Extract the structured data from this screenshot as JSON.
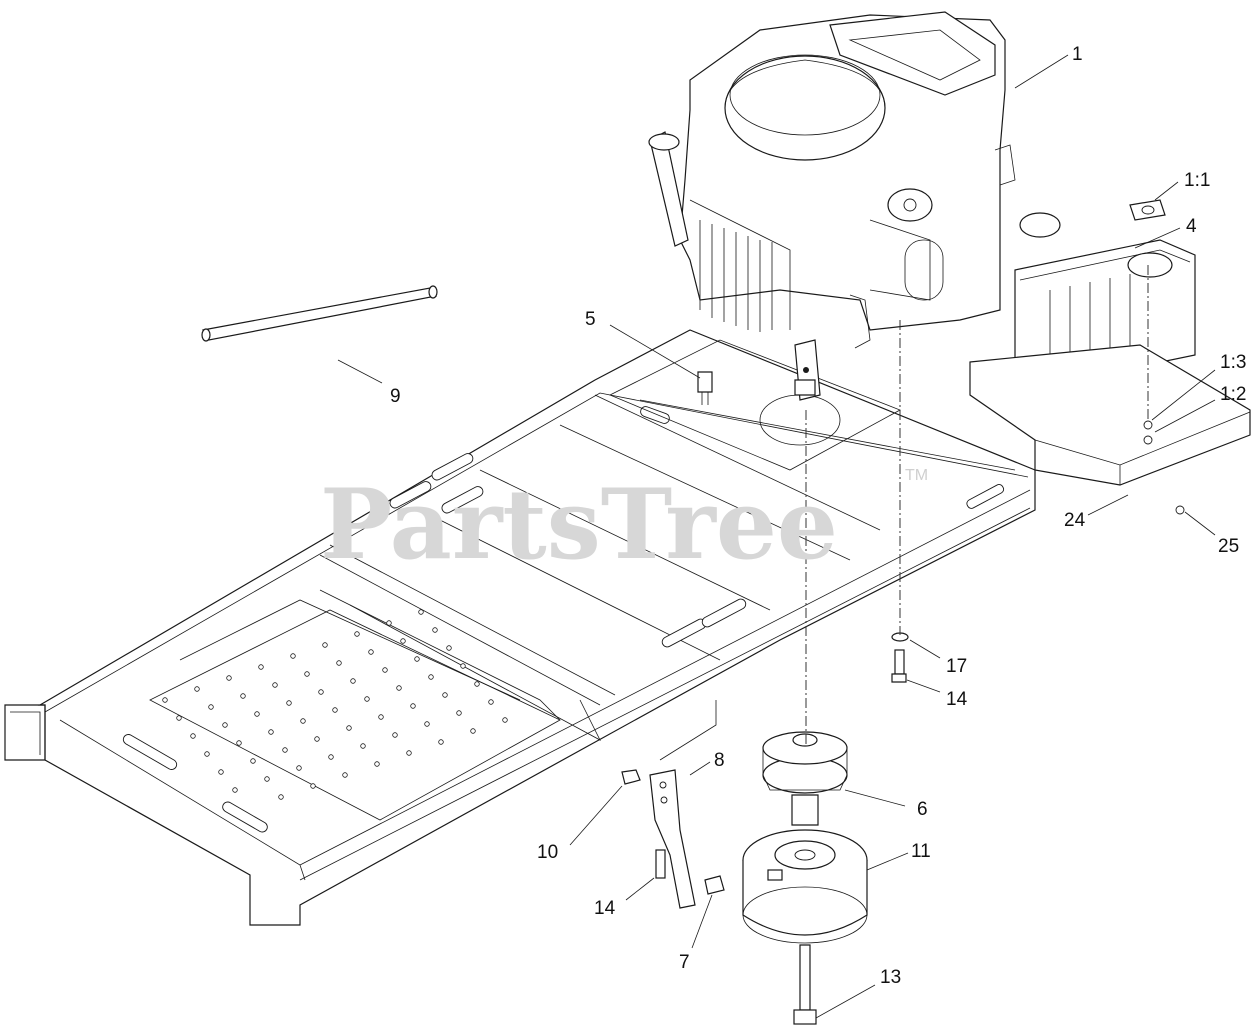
{
  "watermark": {
    "text": "PartsTree",
    "trademark": "TM"
  },
  "callouts": [
    {
      "id": "1",
      "label": "1"
    },
    {
      "id": "1-1",
      "label": "1:1"
    },
    {
      "id": "4",
      "label": "4"
    },
    {
      "id": "1-3",
      "label": "1:3"
    },
    {
      "id": "1-2",
      "label": "1:2"
    },
    {
      "id": "24",
      "label": "24"
    },
    {
      "id": "25",
      "label": "25"
    },
    {
      "id": "5",
      "label": "5"
    },
    {
      "id": "9",
      "label": "9"
    },
    {
      "id": "17",
      "label": "17"
    },
    {
      "id": "14a",
      "label": "14"
    },
    {
      "id": "8",
      "label": "8"
    },
    {
      "id": "6",
      "label": "6"
    },
    {
      "id": "10",
      "label": "10"
    },
    {
      "id": "11",
      "label": "11"
    },
    {
      "id": "14b",
      "label": "14"
    },
    {
      "id": "7",
      "label": "7"
    },
    {
      "id": "13",
      "label": "13"
    }
  ]
}
